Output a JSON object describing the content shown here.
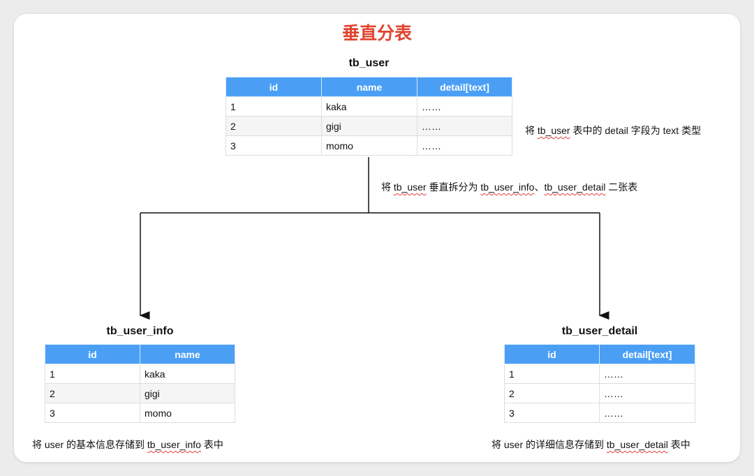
{
  "title": "垂直分表",
  "tb_user": {
    "name": "tb_user",
    "headers": [
      "id",
      "name",
      "detail[text]"
    ],
    "rows": [
      [
        "1",
        "kaka",
        "……"
      ],
      [
        "2",
        "gigi",
        "……"
      ],
      [
        "3",
        "momo",
        "……"
      ]
    ]
  },
  "tb_user_info": {
    "name": "tb_user_info",
    "headers": [
      "id",
      "name"
    ],
    "rows": [
      [
        "1",
        "kaka"
      ],
      [
        "2",
        "gigi"
      ],
      [
        "3",
        "momo"
      ]
    ]
  },
  "tb_user_detail": {
    "name": "tb_user_detail",
    "headers": [
      "id",
      "detail[text]"
    ],
    "rows": [
      [
        "1",
        "……"
      ],
      [
        "2",
        "……"
      ],
      [
        "3",
        "……"
      ]
    ]
  },
  "notes": {
    "detail_note": {
      "a": "将 ",
      "b": "tb_user",
      "c": " 表中的 detail 字段为 text 类型"
    },
    "split_note": {
      "a": "将 ",
      "b": "tb_user",
      "c": " 垂直拆分为 ",
      "d": "tb_user_info",
      "e": "、",
      "f": "tb_user_detail",
      "g": " 二张表"
    },
    "info_note": {
      "a": "将 user 的基本信息存储到 ",
      "b": "tb_user_info",
      "c": " 表中"
    },
    "detail_store_note": {
      "a": "将 user 的详细信息存储到 ",
      "b": "tb_user_detail",
      "c": " 表中"
    }
  },
  "colors": {
    "title": "#e0442f",
    "header": "#4a9ff5"
  }
}
